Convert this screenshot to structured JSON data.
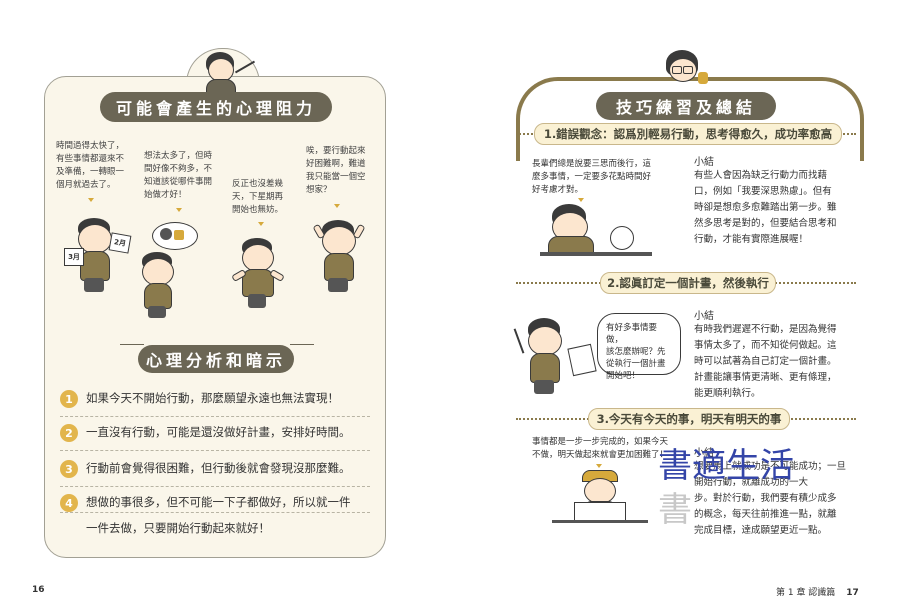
{
  "left": {
    "title": "可能會產生的心理阻力",
    "bubbles": [
      {
        "lines": [
          "時間過得太快了，",
          "有些事情都還來不",
          "及準備，一轉眼一",
          "個月就過去了。"
        ]
      },
      {
        "lines": [
          "想法太多了，但時",
          "間好像不夠多，不",
          "知道該從哪件事開",
          "始做才好！"
        ]
      },
      {
        "lines": [
          "反正也沒差幾",
          "天，下星期再",
          "開始也無妨。"
        ]
      },
      {
        "lines": [
          "唉，要行動起來",
          "好困難啊，難道",
          "我只能當一個空",
          "想家？"
        ]
      }
    ],
    "calendar_labels": [
      "3月",
      "2月"
    ],
    "analysis_title": "心理分析和暗示",
    "items": [
      {
        "num": "1",
        "text": "如果今天不開始行動，那麼願望永遠也無法實現！",
        "text2": ""
      },
      {
        "num": "2",
        "text": "一直沒有行動，可能是還沒做好計畫，安排好時間。",
        "text2": ""
      },
      {
        "num": "3",
        "text": "行動前會覺得很困難，但行動後就會發現沒那麼難。",
        "text2": ""
      },
      {
        "num": "4",
        "text": "想做的事很多，但不可能一下子都做好，所以就一件",
        "text2": "一件去做，只要開始行動起來就好！"
      }
    ],
    "page_number": "16"
  },
  "right": {
    "title": "技巧練習及總結",
    "sections": [
      {
        "heading": "1.錯誤觀念：認爲別輕易行動，思考得愈久，成功率愈高",
        "bubble_lines": [
          "長輩們總是說要三思而後行，這",
          "麼多事情，一定要多花點時間好",
          "好考慮才對。"
        ],
        "summary_label": "小結",
        "summary_lines": [
          "有些人會因為缺乏行動力而找藉",
          "口，例如「我要深思熟慮」。但有",
          "時卻是想愈多愈難踏出第一步。雖",
          "然多思考是對的，但要結合思考和",
          "行動，才能有實際進展喔！"
        ]
      },
      {
        "heading": "2.認眞訂定一個計畫，然後執行",
        "bubble_lines": [
          "有好多事情要做，",
          "該怎麼辦呢？先",
          "從執行一個計畫",
          "開始吧！"
        ],
        "summary_label": "小結",
        "summary_lines": [
          "有時我們遲遲不行動，是因為覺得",
          "事情太多了，而不知從何做起。這",
          "時可以試著為自己訂定一個計畫。",
          "計畫能讓事情更清晰、更有條理，",
          "能更順利執行。"
        ]
      },
      {
        "heading": "3.今天有今天的事，明天有明天的事",
        "bubble_lines": [
          "事情都是一步一步完成的，如果今天",
          "不做，明天做起來就會更加困難了！"
        ],
        "summary_label": "小結",
        "summary_lines": [
          "想要馬上就成功是不可能成功；一旦",
          "開始行動，就離成功的一大",
          "步。對於行動，我們要有積少成多",
          "的概念，每天往前推進一點，就離",
          "完成目標，達成願望更近一點。"
        ]
      }
    ],
    "footer_chapter": "第 1 章 認識篇",
    "page_number": "17",
    "watermark_line1": "書適生活",
    "watermark_line2": "書"
  }
}
